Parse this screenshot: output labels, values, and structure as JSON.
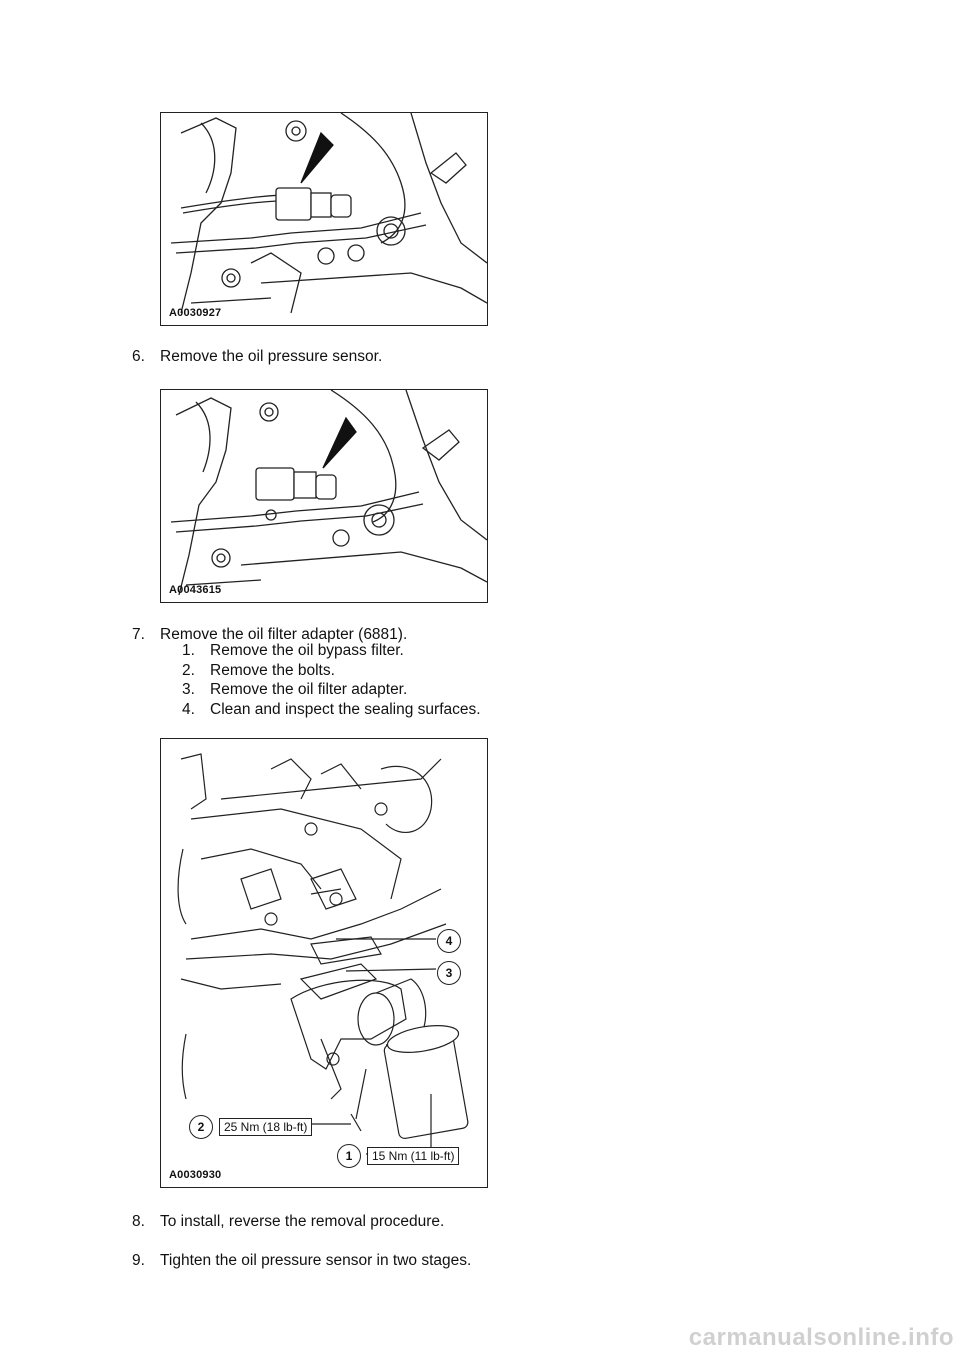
{
  "figures": [
    {
      "id": "A0030927"
    },
    {
      "id": "A0043615"
    },
    {
      "id": "A0030930",
      "callouts": [
        {
          "n": "4"
        },
        {
          "n": "3"
        },
        {
          "n": "2",
          "torque": "25 Nm (18 lb-ft)"
        },
        {
          "n": "1",
          "torque": "15 Nm (11 lb-ft)"
        }
      ]
    }
  ],
  "steps": [
    {
      "num": "6.",
      "text": "Remove the oil pressure sensor."
    },
    {
      "num": "7.",
      "text": "Remove the oil filter adapter (6881).",
      "substeps": [
        {
          "num": "1.",
          "text": "Remove the oil bypass filter."
        },
        {
          "num": "2.",
          "text": "Remove the bolts."
        },
        {
          "num": "3.",
          "text": "Remove the oil filter adapter."
        },
        {
          "num": "4.",
          "text": "Clean and inspect the sealing surfaces."
        }
      ]
    },
    {
      "num": "8.",
      "text": "To install, reverse the removal procedure."
    },
    {
      "num": "9.",
      "text": "Tighten the oil pressure sensor in two stages."
    }
  ],
  "watermark": "carmanualsonline.info"
}
